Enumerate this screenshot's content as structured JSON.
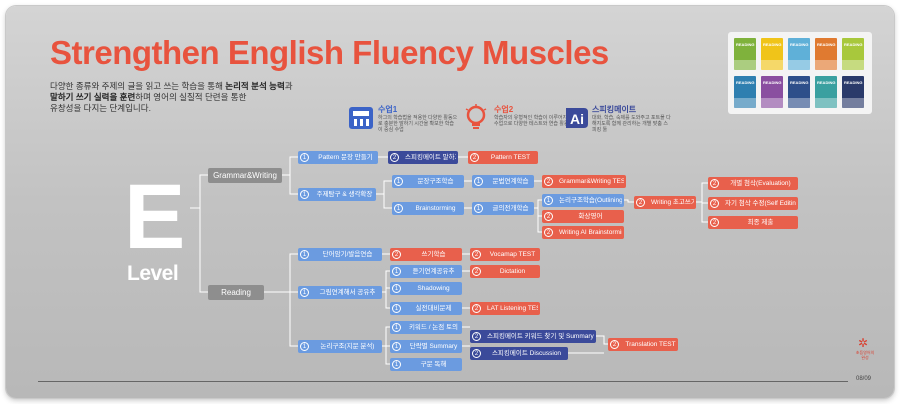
{
  "page": {
    "title": "Strengthen English Fluency Muscles",
    "intro": {
      "l1a": "다양한 종류와 주제의 글을 읽고 쓰는 학습을 통해 ",
      "l1b": "논리적 분석 능력",
      "l1c": "과",
      "l2a": "말하기 쓰기 실력을 훈련",
      "l2b": "하며 영어의 실질적 단련을 통한",
      "l3": "유창성을 다지는 단계입니다."
    },
    "big_letter": "E",
    "level_word": "Level",
    "page_number": "08/09",
    "side_logo": "✲",
    "side_text": "초등영어의 완성"
  },
  "legend": [
    {
      "title": "수업1",
      "desc": "하그의 학습법을 적용한 다양한 활동으로 충분한 말하기 시간을 확보한 학습이 중심 수업",
      "color": "#3b63c7",
      "icon": "classroom-icon"
    },
    {
      "title": "수업2",
      "desc": "학습자의 유형적인 학습이 이루어지는 수업으로 다양한 테스트와 연습 활동",
      "color": "#e8533e",
      "icon": "lightbulb-icon"
    },
    {
      "title": "스피킹메이트",
      "desc": "대화, 학습, 숙제를 도와주고 포트폴 다해지도록 함께 관리하는 개별 맞춤 스피킹 툴",
      "color": "#3b4a9a",
      "icon": "ai-icon"
    }
  ],
  "categories": {
    "grammar": "Grammar&Writing",
    "reading": "Reading"
  },
  "nodes": {
    "g1": {
      "num": "1",
      "label": "Pattern 문장 만들기"
    },
    "g2": {
      "num": "2",
      "label": "스피킹메이트 말하기"
    },
    "g3": {
      "num": "2",
      "label": "Pattern TEST"
    },
    "g4": {
      "num": "1",
      "label": "주제탐구 & 생각확장"
    },
    "g5": {
      "num": "1",
      "label": "문장구조학습"
    },
    "g6": {
      "num": "1",
      "label": "문법연계학습"
    },
    "g7": {
      "num": "2",
      "label": "Grammar&Writing TEST"
    },
    "g8": {
      "num": "1",
      "label": "Brainstorming"
    },
    "g9": {
      "num": "1",
      "label": "글의전개학습"
    },
    "g10": {
      "num": "1",
      "label": "논리구조학습(Outlining)"
    },
    "g11": {
      "num": "2",
      "label": "화상영어"
    },
    "g12": {
      "num": "2",
      "label": "Writing AI Brainstorming"
    },
    "g13": {
      "num": "2",
      "label": "Writing 초고쓰기"
    },
    "g14": {
      "num": "2",
      "label": "개별 첨삭(Evaluation)"
    },
    "g15": {
      "num": "2",
      "label": "자기 첨삭 수정(Self Editing)"
    },
    "g16": {
      "num": "2",
      "label": "최종 제출"
    },
    "r1": {
      "num": "1",
      "label": "단어암기/발음연습"
    },
    "r2": {
      "num": "2",
      "label": "쓰기학습"
    },
    "r3": {
      "num": "2",
      "label": "Vocamap TEST"
    },
    "r4": {
      "num": "1",
      "label": "듣기연계공유추"
    },
    "r5": {
      "num": "2",
      "label": "Dictation"
    },
    "r6": {
      "num": "1",
      "label": "그림연계해서 공유추"
    },
    "r7": {
      "num": "1",
      "label": "Shadowing"
    },
    "r8": {
      "num": "1",
      "label": "실전대비문제"
    },
    "r9": {
      "num": "2",
      "label": "LAT Listening TEST"
    },
    "r10": {
      "num": "1",
      "label": "키워드 / 논점 토의"
    },
    "r11": {
      "num": "2",
      "label": "스피킹메이트 키워드 찾기 및 Summary 확인"
    },
    "r12": {
      "num": "1",
      "label": "논리구조(지문 분석)"
    },
    "r13": {
      "num": "1",
      "label": "단락별 Summary"
    },
    "r14": {
      "num": "2",
      "label": "스피킹메이트 Discussion"
    },
    "r15": {
      "num": "2",
      "label": "Translation TEST"
    },
    "r16": {
      "num": "1",
      "label": "구문 독해"
    }
  },
  "book_covers": {
    "label": "READING",
    "colors": [
      "#7fb23c",
      "#f0c419",
      "#5fb0d8",
      "#e07a30",
      "#a8c83c",
      "#2f7fb0",
      "#8a4fa0",
      "#2e4f8a",
      "#3aa0a0",
      "#2a3a6a"
    ]
  },
  "colors": {
    "accent_red": "#e8533e",
    "node_blue": "#6b9be0",
    "node_navy": "#3b4a9a",
    "node_red": "#e8604c"
  }
}
